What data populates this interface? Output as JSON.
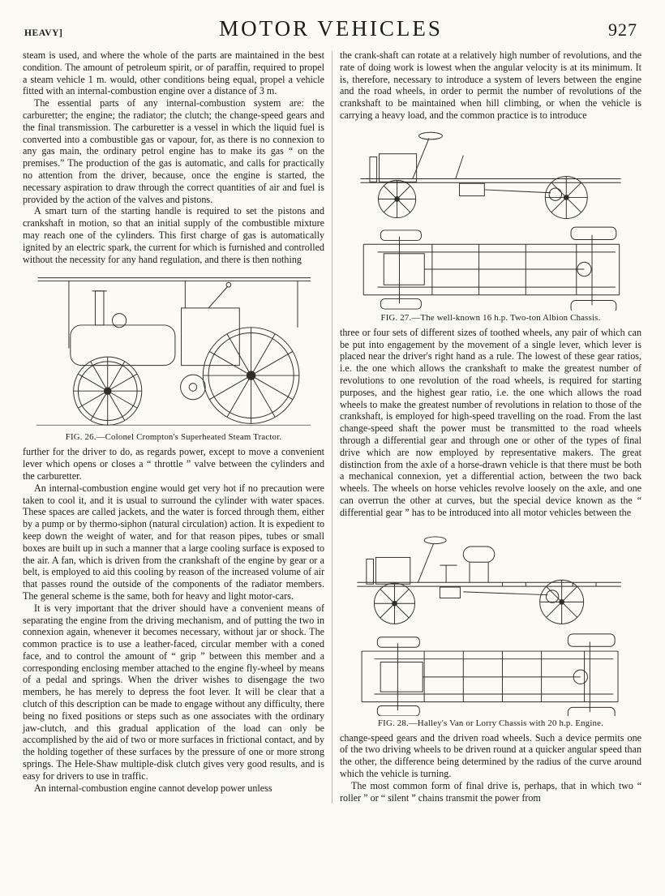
{
  "header": {
    "left": "HEAVY]",
    "title": "MOTOR VEHICLES",
    "page_number": "927"
  },
  "left_column": {
    "paragraphs": [
      "steam is used, and where the whole of the parts are maintained in the best condition.  The amount of petroleum spirit, or of paraffin, required to propel a steam vehicle 1 m. would, other conditions being equal, propel a vehicle fitted with an internal-combustion engine over a distance of 3 m.",
      "The essential parts of any internal-combustion system are: the carburetter; the engine; the radiator; the clutch; the change-speed gears and the final transmission.  The carburetter is a vessel in which the liquid fuel is converted into a combustible gas or vapour, for, as there is no connexion to any gas main, the ordinary petrol engine has to make its gas “ on the premises.” The production of the gas is automatic, and calls for practically no attention from the driver, because, once the engine is started, the necessary aspiration to draw through the correct quantities of air and fuel is provided by the action of the valves and pistons.",
      "A smart turn of the starting handle is required to set the pistons and crankshaft in motion, so that an initial supply of the combustible mixture may reach one of the cylinders.  This first charge of gas is automatically ignited by an electric spark, the current for which is furnished and controlled without the necessity for any hand regulation, and there is then nothing",
      "further for the driver to do, as regards power, except to move a convenient lever which opens or closes a “ throttle ” valve between the cylinders and the carburetter.",
      "An internal-combustion engine would get very hot if no precaution were taken to cool it, and it is usual to surround the cylinder with water spaces.  These spaces are called jackets, and the water is forced through them, either by a pump or by thermo-siphon (natural circulation) action.  It is expedient to keep down the weight of water, and for that reason pipes, tubes or small boxes are built up in such a manner that a large cooling surface is exposed to the air.  A fan, which is driven from the crankshaft of the engine by gear or a belt, is employed to aid this cooling by reason of the increased volume of air that passes round the outside of the components of the radiator members.  The general scheme is the same, both for heavy and light motor-cars.",
      "It is very important that the driver should have a convenient means of separating the engine from the driving mechanism, and of putting the two in connexion again, whenever it becomes necessary, without jar or shock.  The common practice is to use a leather-faced, circular member with a coned face, and to control the amount of “ grip ” between this member and a corresponding enclosing member attached to the engine fly-wheel by means of a pedal and springs.  When the driver wishes to disengage the two members, he has merely to depress the foot lever.  It will be clear that a clutch of this description can be made to engage without any difficulty, there being no fixed positions or steps such as one associates with the ordinary jaw-clutch, and this gradual application of the load can only be accomplished by the aid of two or more surfaces in frictional contact, and by the holding together of these surfaces by the pressure of one or more strong springs.  The Hele-Shaw multiple-disk clutch gives very good results, and is easy for drivers to use in traffic.",
      "An internal-combustion engine cannot develop power unless"
    ],
    "figure26": {
      "caption": "FIG. 26.—Colonel Crompton's Superheated Steam Tractor."
    }
  },
  "right_column": {
    "paragraphs": [
      "the crank-shaft can rotate at a relatively high number of revolutions, and the rate of doing work is lowest when the angular velocity is at its minimum.  It is, therefore, necessary to introduce a system of levers between the engine and the road wheels, in order to permit the number of revolutions of the crankshaft to be maintained when hill climbing, or when the vehicle is carrying a heavy load, and the common practice is to introduce",
      "three or four sets of different sizes of toothed wheels, any pair of which can be put into engagement by the movement of a single lever, which lever is placed near the driver's right hand as a rule.  The lowest of these gear ratios, i.e. the one which allows the crankshaft to make the greatest number of revolutions to one revolution of the road wheels, is required for starting purposes, and the highest gear ratio, i.e. the one which allows the road wheels to make the greatest number of revolutions in relation to those of the crankshaft, is employed for high-speed travelling on the road.  From the last change-speed shaft the power must be transmitted to the road wheels through a differential gear and through one or other of the types of final drive which are now employed by representative makers. The great distinction from the axle of a horse-drawn vehicle is that there must be both a mechanical connexion, yet a differential action, between the two back wheels.  The wheels on horse vehicles revolve loosely on the axle, and one can overrun the other at curves, but the special device known as the “ differential gear ” has to be introduced into all motor vehicles between the",
      "change-speed gears and the driven road wheels.  Such a device permits one of the two driving wheels to be driven round at a quicker angular speed than the other, the difference being determined by the radius of the curve around which the vehicle is turning.",
      "The most common form of final drive is, perhaps, that in which two “ roller ” or “ silent ” chains transmit the power from"
    ],
    "figure27": {
      "caption": "FIG. 27.—The well-known 16 h.p. Two-ton Albion Chassis."
    },
    "figure28": {
      "caption": "FIG. 28.—Halley's Van or Lorry Chassis with 20 h.p. Engine."
    }
  }
}
